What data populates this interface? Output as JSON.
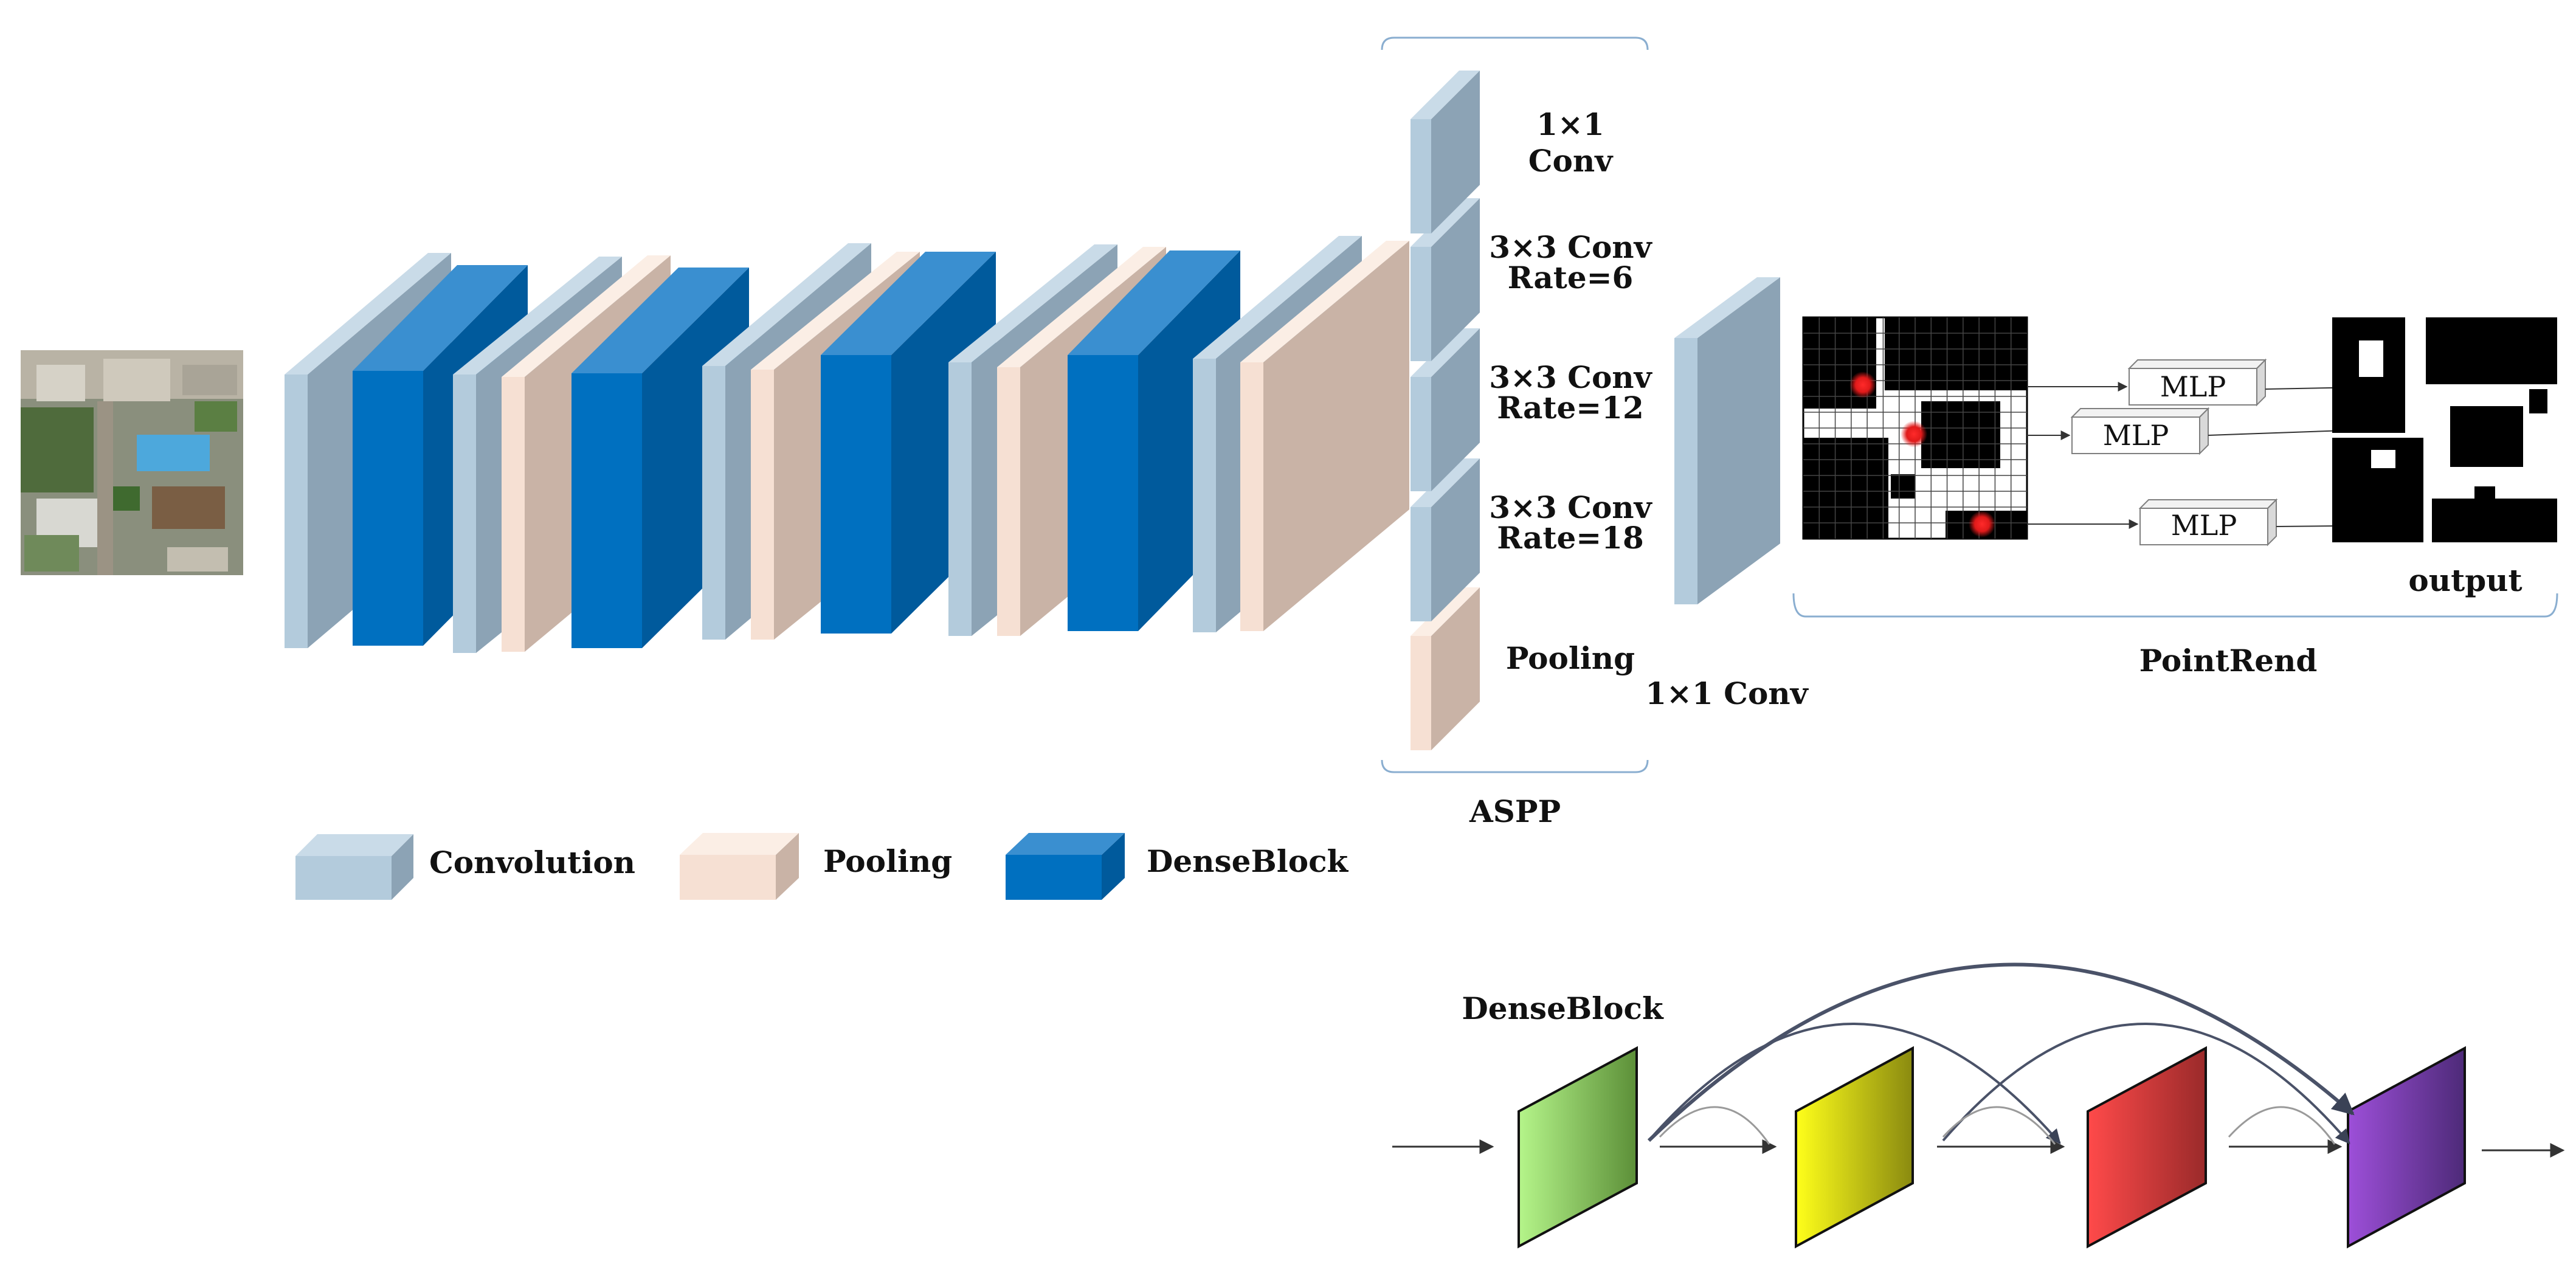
{
  "aspp": {
    "title": "ASPP",
    "branches": [
      {
        "line1": "1×1",
        "line2": "Conv"
      },
      {
        "line1": "3×3 Conv",
        "line2": "Rate=6"
      },
      {
        "line1": "3×3 Conv",
        "line2": "Rate=12"
      },
      {
        "line1": "3×3 Conv",
        "line2": "Rate=18"
      },
      {
        "line1": "Pooling",
        "line2": ""
      }
    ]
  },
  "conv1x1_label": "1×1 Conv",
  "pointrend": {
    "title": "PointRend",
    "output_label": "output",
    "mlp_labels": [
      "MLP",
      "MLP",
      "MLP"
    ]
  },
  "legend": {
    "convolution": "Convolution",
    "pooling": "Pooling",
    "denseblock": "DenseBlock"
  },
  "denseblock_detail": {
    "title": "DenseBlock"
  },
  "colors": {
    "conv_front": "#b3cbdc",
    "conv_side": "#8ca3b5",
    "conv_top": "#c9dbe8",
    "pool_front": "#f6e0d3",
    "pool_side": "#c9b3a6",
    "pool_top": "#fbeee5",
    "dense_front": "#0070c0",
    "dense_side": "#005a9c",
    "dense_top": "#3a8fd0",
    "bracket": "#8aaed0"
  }
}
